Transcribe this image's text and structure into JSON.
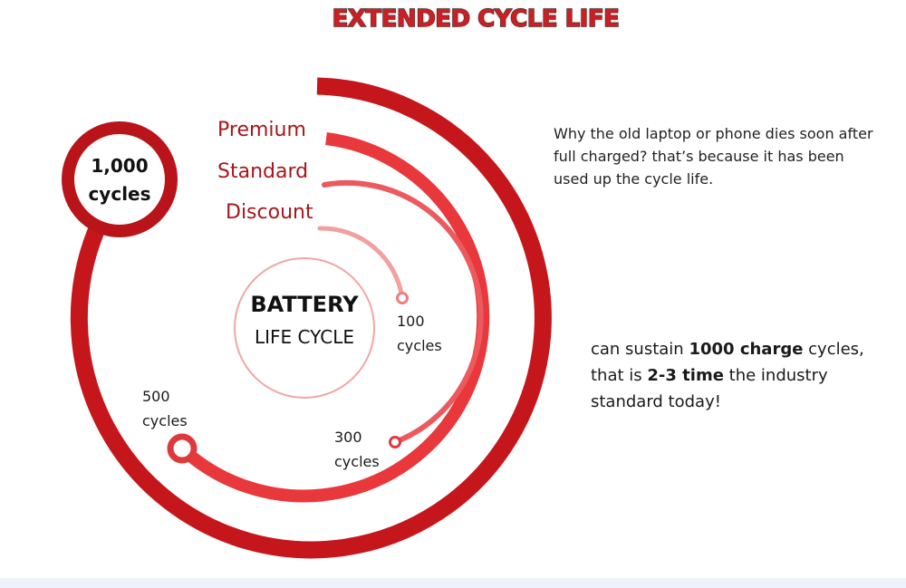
{
  "title": "EXTENDED CYCLE LIFE",
  "badge": {
    "value": "1,000",
    "unit": "cycles"
  },
  "center": {
    "main": "BATTERY",
    "sub": "LIFE CYCLE"
  },
  "tiers": [
    {
      "label": "Premium",
      "cycles": "1,000 cycles",
      "color": "#c5161c"
    },
    {
      "label": "Standard",
      "cycles_value": "500",
      "cycles_unit": "cycles",
      "color": "#e8383c"
    },
    {
      "label": "Discount",
      "cycles_value": "300",
      "cycles_unit": "cycles",
      "color": "#ec5a5e"
    },
    {
      "label": "",
      "cycles_value": "100",
      "cycles_unit": "cycles",
      "color": "#f2a0a0"
    }
  ],
  "paragraph_1": "Why the old laptop or phone dies soon after full charged? that’s because it has been used up the cycle life.",
  "paragraph_2": {
    "part1": "can sustain ",
    "bold1": "1000 charge",
    "part2": " cycles, that is ",
    "bold2": "2-3 time",
    "part3": " the industry standard today!"
  }
}
